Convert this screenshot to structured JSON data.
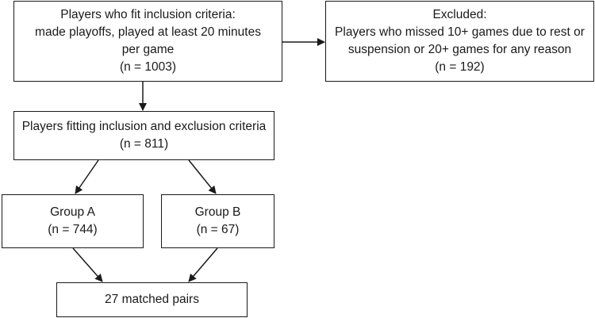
{
  "inclusion": {
    "lines": [
      "Players who fit inclusion criteria:",
      "made playoffs, played at least 20 minutes",
      "per game",
      "(n = 1003)"
    ]
  },
  "excluded": {
    "lines": [
      "Excluded:",
      "Players who missed 10+ games due to rest or",
      "suspension or 20+ games for any reason",
      "(n = 192)"
    ]
  },
  "fitting": {
    "lines": [
      "Players fitting inclusion and exclusion criteria",
      "(n = 811)"
    ]
  },
  "group_a": {
    "lines": [
      "Group A",
      "(n = 744)"
    ]
  },
  "group_b": {
    "lines": [
      "Group B",
      "(n = 67)"
    ]
  },
  "matched": {
    "lines": [
      "27 matched pairs"
    ]
  }
}
